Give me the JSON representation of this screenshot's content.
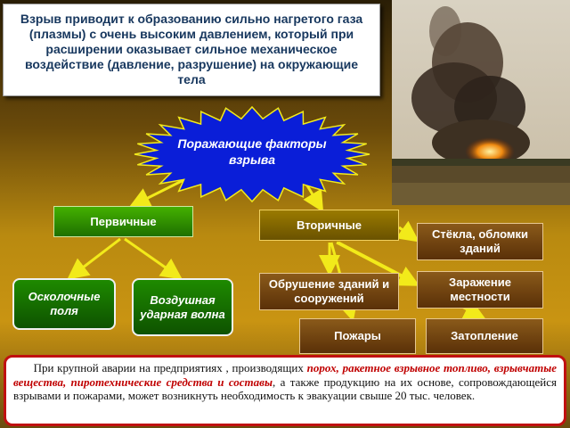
{
  "intro": {
    "text": "Взрыв приводит к образованию сильно нагретого газа (плазмы) с очень высоким давлением, который при расширении оказывает сильное механическое воздействие (давление, разрушение) на окружающие тела"
  },
  "photo": {
    "icon": "explosion-photo"
  },
  "diagram": {
    "root_label": "Поражающие факторы взрыва",
    "primary_label": "Первичные",
    "secondary_label": "Вторичные",
    "primary_children": [
      "Осколочные поля",
      "Воздушная ударная волна"
    ],
    "secondary_children": [
      "Стёкла, обломки зданий",
      "Обрушение зданий и сооружений",
      "Заражение местности",
      "Пожары",
      "Затопление"
    ]
  },
  "note": {
    "part1": "При крупной аварии на предприятиях , производящих ",
    "highlight": "порох, ракетное взрывное топливо, взрывчатые вещества, пиротехнические средства и составы",
    "part2": ", а также продукцию на их основе, сопровождающейся взрывами и пожарами, может возникнуть необходимость к эвакуации свыше 20 тыс. человек."
  },
  "colors": {
    "burst_fill": "#0a1ed8",
    "arrow": "#f2ea1a",
    "note_border": "#c01010"
  }
}
